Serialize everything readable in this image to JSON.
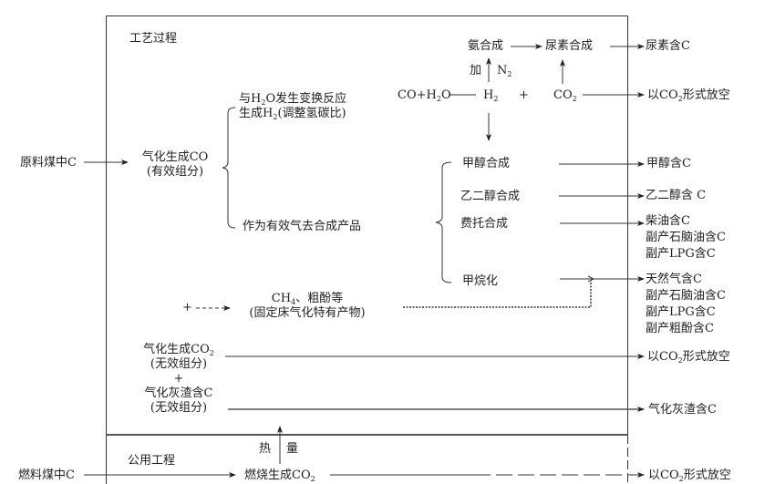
{
  "sections": {
    "process_label": "工艺过程",
    "utility_label": "公用工程"
  },
  "inputs": {
    "raw_coal": "原料煤中C",
    "fuel_coal": "燃料煤中C"
  },
  "gasification": {
    "co_line1": "气化生成CO",
    "co_line2": "(有效组分)",
    "shift_line1_pre": "与H",
    "shift_line1_sub": "2",
    "shift_line1_post": "O发生变换反应",
    "shift_line2_pre": "生成H",
    "shift_line2_sub": "2",
    "shift_line2_post": "(调整氢碳比)",
    "synth": "作为有效气去合成产品",
    "co2_pre": "气化生成CO",
    "co2_sub": "2",
    "co2_line2": "(无效组分)",
    "plus": "+",
    "slag_line1": "气化灰渣含C",
    "slag_line2": "(无效组分)"
  },
  "shift": {
    "reactant_pre": "CO+H",
    "reactant_sub": "2",
    "reactant_post": "O",
    "h2_pre": "H",
    "h2_sub": "2",
    "plus": "+",
    "co2_pre": "CO",
    "co2_sub": "2",
    "add_label": "加",
    "n2_pre": "N",
    "n2_sub": "2",
    "ammonia": "氨合成",
    "urea": "尿素合成"
  },
  "products": {
    "methanol": "甲醇合成",
    "glycol": "乙二醇合成",
    "ft": "费托合成",
    "methanation": "甲烷化"
  },
  "fixed_bed": {
    "plus": "+",
    "line1_pre": "CH",
    "line1_sub": "4",
    "line1_post": "、粗酚等",
    "line2": "(固定床气化特有产物)"
  },
  "outputs": {
    "urea_c": "尿素含C",
    "vent_pre": "以CO",
    "vent_sub": "2",
    "vent_post": "形式放空",
    "methanol_c": "甲醇含C",
    "glycol_c": "乙二醇含 C",
    "ft_c": [
      "柴油含C",
      "副产石脑油含C",
      "副产LPG含C"
    ],
    "sng_c": [
      "天然气含C",
      "副产石脑油含C",
      "副产LPG含C",
      "副产粗酚含C"
    ],
    "slag_c": "气化灰渣含C"
  },
  "utility": {
    "heat_1": "热",
    "heat_2": "量",
    "combustion_pre": "燃烧生成CO",
    "combustion_sub": "2"
  }
}
